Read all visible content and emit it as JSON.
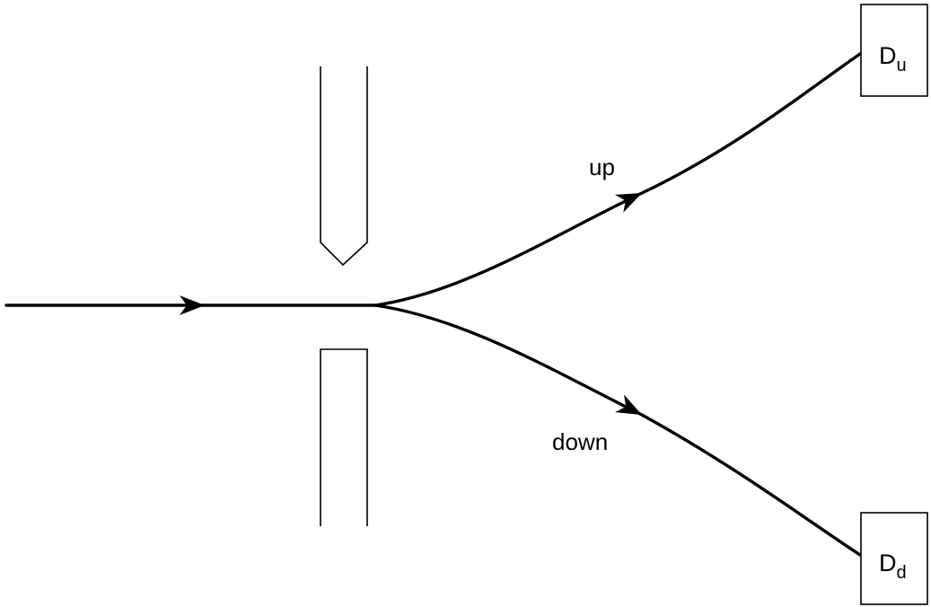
{
  "paths": {
    "up_label": "up",
    "down_label": "down"
  },
  "detectors": {
    "upper": {
      "main": "D",
      "sub": "u"
    },
    "lower": {
      "main": "D",
      "sub": "d"
    }
  }
}
